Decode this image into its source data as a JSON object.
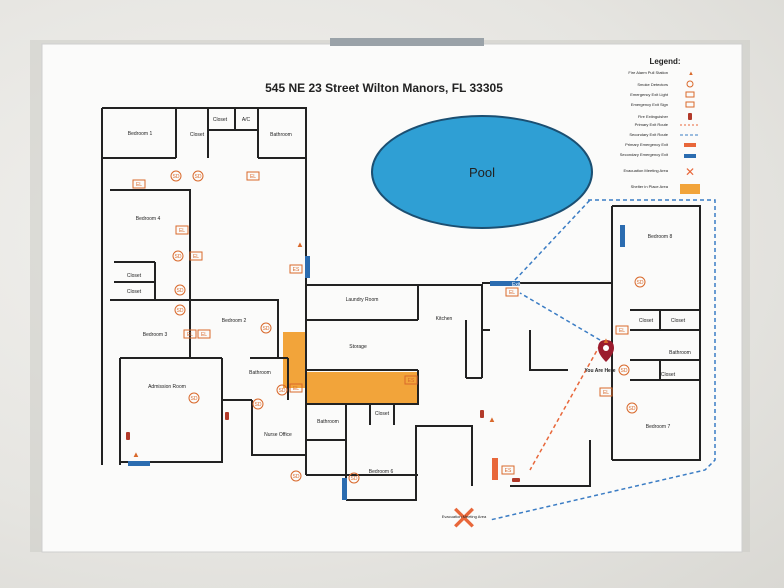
{
  "title": "545 NE 23 Street Wilton Manors, FL 33305",
  "pool_label": "Pool",
  "legend": {
    "heading": "Legend:",
    "items": [
      "Fire Alarm Pull Station",
      "Smoke Detectors",
      "Emergency Exit Light",
      "Emergency Exit Sign",
      "Fire Extinguisher",
      "Primary Exit Route",
      "Secondary Exit Route",
      "Primary Emergency Exit",
      "Secondary Emergency Exit",
      "Evacuation Meeting Area",
      "Shelter in Place Area"
    ]
  },
  "rooms": {
    "bedroom1": "Bedroom 1",
    "closet_a": "Closet",
    "closet_b": "Closet",
    "ac": "A/C",
    "bathroom_a": "Bathroom",
    "bedroom4": "Bedroom 4",
    "closet_c": "Closet",
    "closet_d": "Closet",
    "bedroom2": "Bedroom 2",
    "bedroom3": "Bedroom 3",
    "laundry": "Laundry Room",
    "storage": "Storage",
    "kitchen": "Kitchen",
    "admission": "Admission Room",
    "bathroom_b": "Bathroom",
    "bathroom_c": "Bathroom",
    "closet_e": "Closet",
    "nurse": "Nurse Office",
    "bedroom6": "Bedroom 6",
    "bedroom8": "Bedroom 8",
    "closet_f": "Closet",
    "closet_g": "Closet",
    "bathroom_d": "Bathroom",
    "closet_h": "Closet",
    "bedroom7": "Bedroom 7"
  },
  "markers": {
    "el": "EL",
    "es": "ES",
    "sd": "SD",
    "exit": "Exit",
    "you_are_here": "You Are Here",
    "meeting_area": "Evacuation Meeting Area"
  },
  "colors": {
    "pool": "#2f9fd4",
    "shelter": "#f2a43a",
    "primary_route": "#e8673a",
    "secondary_route": "#3a7cc4",
    "walls": "#222222",
    "marker": "#d9692b",
    "exit_blue": "#2b6cb0",
    "pin": "#9b1c2e"
  }
}
